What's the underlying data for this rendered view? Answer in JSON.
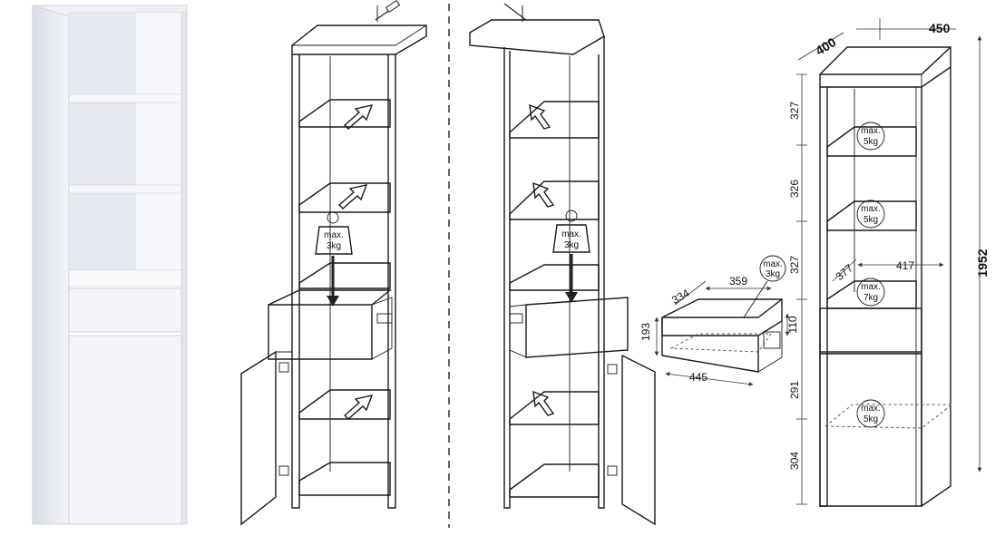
{
  "dimensions": {
    "width": "450",
    "depth": "400",
    "height": "1952",
    "section_heights": [
      "327",
      "326",
      "327",
      "291",
      "304"
    ],
    "inner_depth": "377",
    "inner_width": "417"
  },
  "drawer": {
    "depth": "334",
    "width": "359",
    "height_outer": "193",
    "height_inner": "110",
    "length": "445"
  },
  "load_limits": {
    "prefix": "max.",
    "shelf": "5kg",
    "bottom_compartment": "7kg",
    "cabinet_floor": "5kg",
    "drawer": "3kg"
  },
  "assembly": {
    "drawer_max_prefix": "max.",
    "drawer_max_value": "3kg"
  }
}
